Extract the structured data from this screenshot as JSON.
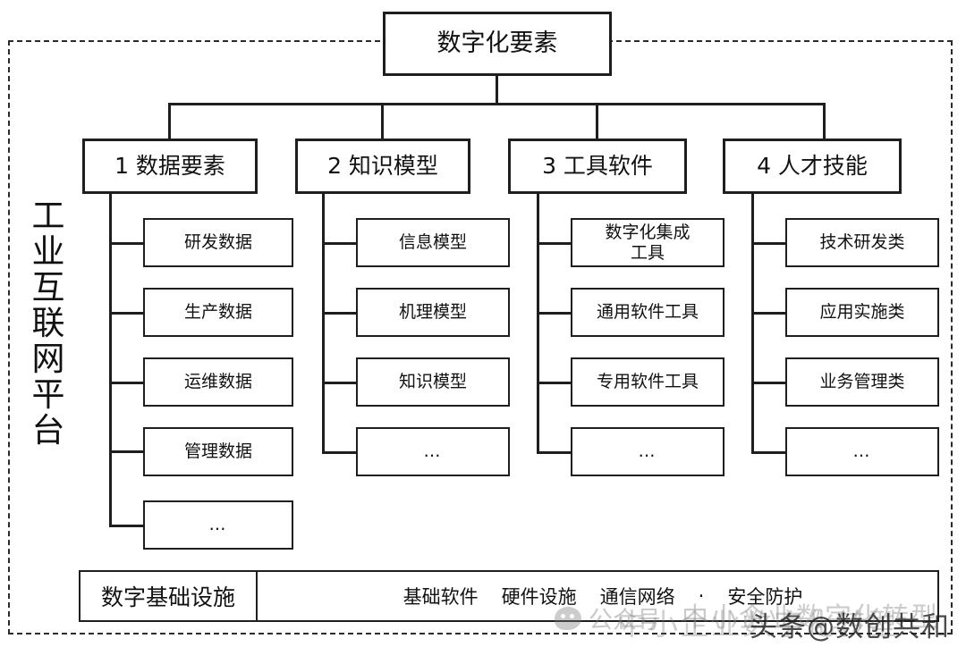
{
  "diagram": {
    "platform_label": "工业互联网平台",
    "root": {
      "label": "数字化要素"
    },
    "categories": [
      {
        "label": "1 数据要素",
        "children": [
          {
            "label": "研发数据"
          },
          {
            "label": "生产数据"
          },
          {
            "label": "运维数据"
          },
          {
            "label": "管理数据"
          },
          {
            "label": "…"
          }
        ]
      },
      {
        "label": "2 知识模型",
        "children": [
          {
            "label": "信息模型"
          },
          {
            "label": "机理模型"
          },
          {
            "label": "知识模型"
          },
          {
            "label": "…"
          }
        ]
      },
      {
        "label": "3 工具软件",
        "children": [
          {
            "label": "数字化集成\n工具"
          },
          {
            "label": "通用软件工具"
          },
          {
            "label": "专用软件工具"
          },
          {
            "label": "…"
          }
        ]
      },
      {
        "label": "4 人才技能",
        "children": [
          {
            "label": "技术研发类"
          },
          {
            "label": "应用实施类"
          },
          {
            "label": "业务管理类"
          },
          {
            "label": "…"
          }
        ]
      }
    ],
    "infrastructure": {
      "label": "数字基础设施",
      "items": [
        "基础软件",
        "硬件设施",
        "通信网络",
        "安全防护"
      ],
      "separator": "·"
    }
  },
  "watermarks": {
    "wechat_account": "公众号",
    "light_text": "中小企业数字化转型",
    "toutiao": "头条@数创共和"
  },
  "colors": {
    "stroke": "#1e1e1e",
    "dashed_border": "#2b2b2b",
    "background": "#ffffff",
    "text": "#111111"
  }
}
